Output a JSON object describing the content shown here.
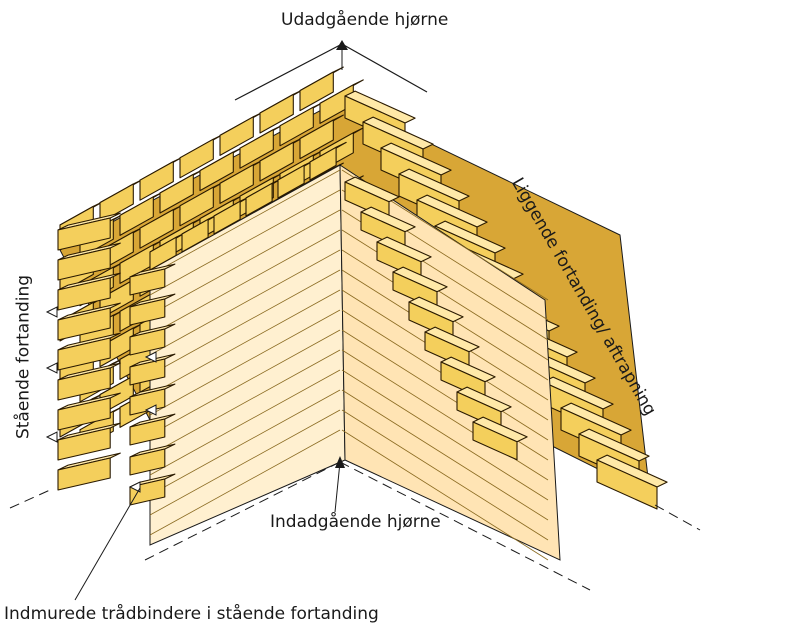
{
  "labels": {
    "outer_corner": "Udadgående hjørne",
    "inner_corner": "Indadgående hjørne",
    "tie_wires": "Indmurede trådbindere i stående fortanding",
    "standing_toothing": "Stående fortanding",
    "lying_toothing": "Liggende fortanding/ aftrapning"
  },
  "colors": {
    "brick_top": "#ffe9a8",
    "brick_front": "#f4cf5c",
    "brick_side": "#c99a2a",
    "mortar_light": "#fbeede",
    "wall_front": "#fff0d0",
    "wall_side": "#ffe4b4",
    "back_wall": "#d8a636",
    "line": "#1a1a1a"
  }
}
